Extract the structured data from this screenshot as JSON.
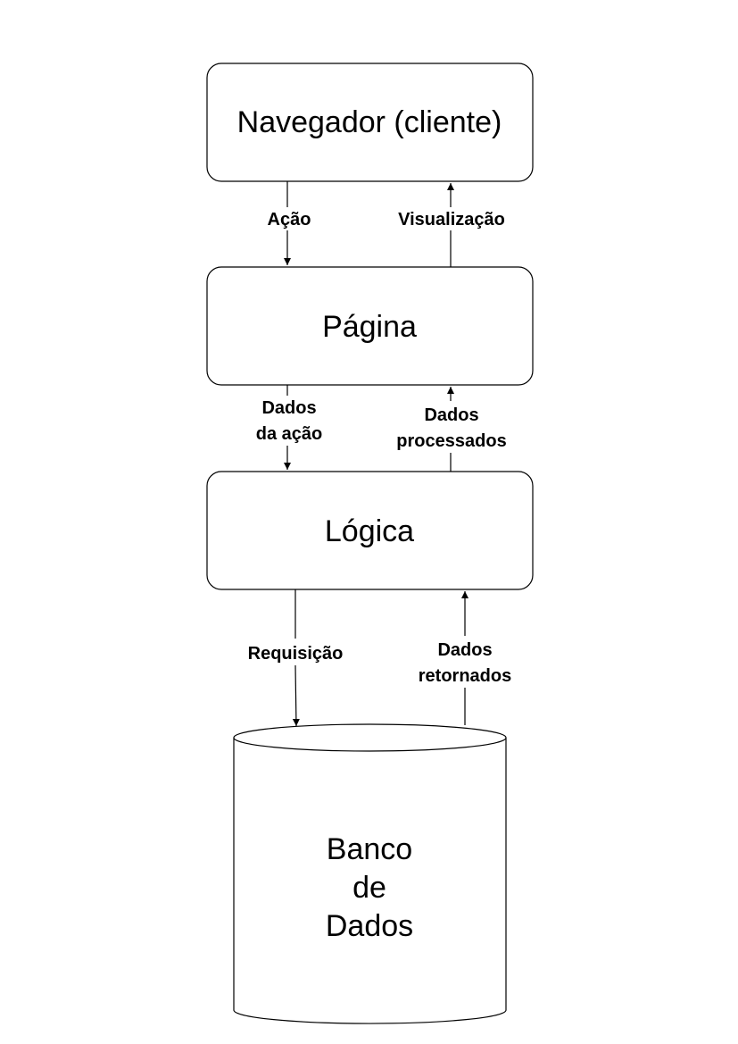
{
  "nodes": {
    "browser": {
      "label": "Navegador (cliente)"
    },
    "page": {
      "label": "Página"
    },
    "logic": {
      "label": "Lógica"
    },
    "database": {
      "label_lines": [
        "Banco",
        "de",
        "Dados"
      ]
    }
  },
  "edges": {
    "action": {
      "label_lines": [
        "Ação"
      ]
    },
    "view": {
      "label_lines": [
        "Visualização"
      ]
    },
    "action_data": {
      "label_lines": [
        "Dados",
        "da ação"
      ]
    },
    "processed_data": {
      "label_lines": [
        "Dados",
        "processados"
      ]
    },
    "request": {
      "label_lines": [
        "Requisição"
      ]
    },
    "returned_data": {
      "label_lines": [
        "Dados",
        "retornados"
      ]
    }
  },
  "colors": {
    "stroke": "#000000",
    "fill": "#ffffff",
    "text": "#000000"
  }
}
